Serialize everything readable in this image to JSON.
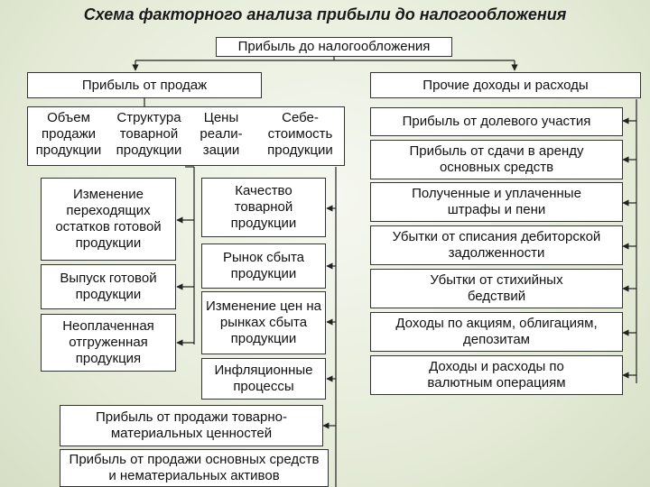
{
  "title": "Схема факторного анализа прибыли до налогообложения",
  "root": "Прибыль до налогообложения",
  "sales_profit": "Прибыль от продаж",
  "other_income": "Прочие доходы и расходы",
  "factors": {
    "volume": "Объем\nпродажи\nпродукции",
    "structure": "Структура\nтоварной\nпродукции",
    "prices": "Цены\nреали-\nзации",
    "cost": "Себе-\nстоимость\nпродукции"
  },
  "volume_factors": [
    "Изменение переходящих остатков готовой продукции",
    "Выпуск готовой продукции",
    "Неоплаченная отгруженная продукция"
  ],
  "price_factors": [
    "Качество товарной продукции",
    "Рынок сбыта продукции",
    "Изменение цен на рынках сбыта продукции",
    "Инфляционные процессы"
  ],
  "bottom": [
    "Прибыль от продажи товарно-материальных ценностей",
    "Прибыль от продажи основных средств и нематериальных активов"
  ],
  "other_items": [
    "Прибыль от долевого участия",
    "Прибыль от сдачи в аренду основных средств",
    "Полученные и уплаченные штрафы и пени",
    "Убытки от списания дебиторской задолженности",
    "Убытки от стихийных бедствий",
    "Доходы по акциям, облигациям, депозитам",
    "Доходы и расходы по валютным операциям"
  ]
}
